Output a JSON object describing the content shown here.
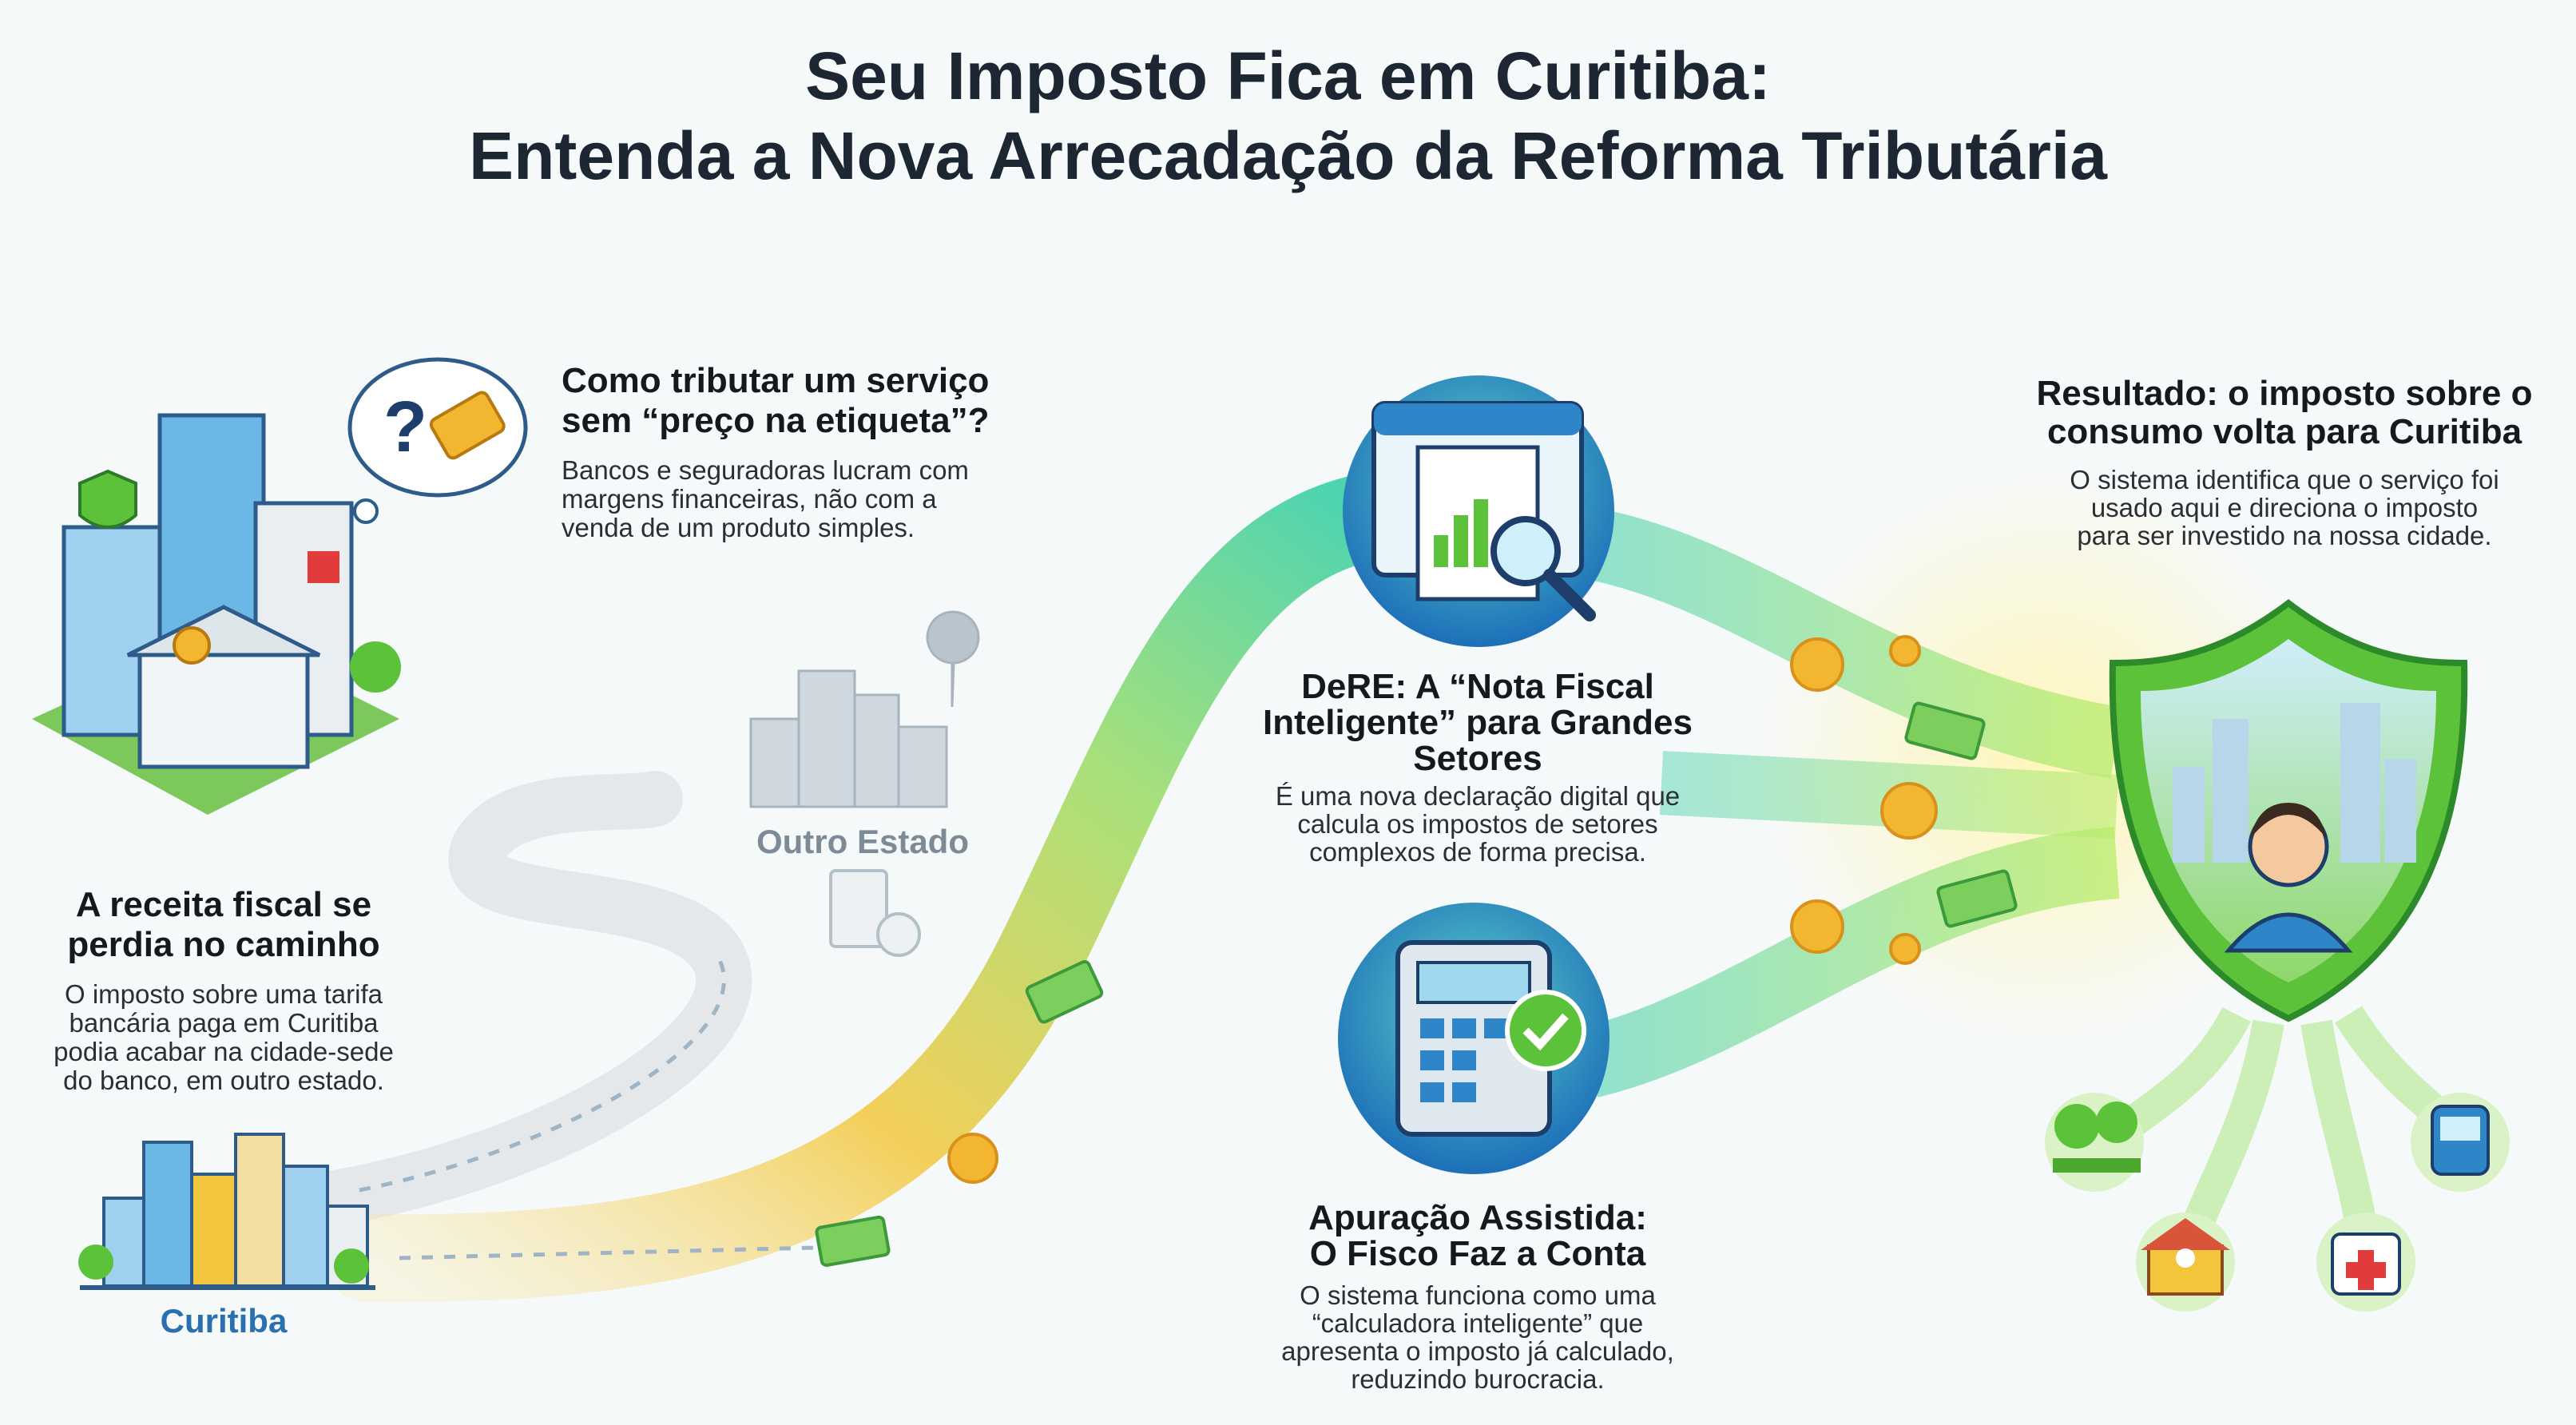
{
  "title": {
    "line1": "Seu Imposto Fica em Curitiba:",
    "line2": "Entenda a Nova Arrecadação da Reforma Tributária"
  },
  "problem": {
    "heading_line1": "Como tributar um serviço",
    "heading_line2": "sem “preço na etiqueta”?",
    "body_line1": "Bancos e seguradoras lucram com",
    "body_line2": "margens financeiras, não com a",
    "body_line3": "venda de um produto simples."
  },
  "lost_revenue": {
    "heading_line1": "A receita fiscal se",
    "heading_line2": "perdia no caminho",
    "body_line1": "O imposto sobre uma tarifa",
    "body_line2": "bancária paga em Curitiba",
    "body_line3": "podia acabar na cidade-sede",
    "body_line4": "do banco, em outro estado."
  },
  "places": {
    "other_state": "Outro Estado",
    "curitiba": "Curitiba"
  },
  "dere": {
    "heading_line1": "DeRE: A “Nota Fiscal",
    "heading_line2": "Inteligente” para Grandes",
    "heading_line3": "Setores",
    "body_line1": "É uma nova declaração digital que",
    "body_line2": "calcula os impostos de setores",
    "body_line3": "complexos de forma precisa."
  },
  "assisted": {
    "heading_line1": "Apuração Assistida:",
    "heading_line2": "O Fisco Faz a Conta",
    "body_line1": "O sistema funciona como uma",
    "body_line2": "“calculadora inteligente” que",
    "body_line3": "apresenta o imposto já calculado,",
    "body_line4": "reduzindo burocracia."
  },
  "result": {
    "heading_line1": "Resultado: o imposto sobre o",
    "heading_line2": "consumo volta para Curitiba",
    "body_line1": "O sistema identifica que o serviço foi",
    "body_line2": "usado aqui e direciona o imposto",
    "body_line3": "para ser investido na nossa cidade."
  },
  "colors": {
    "green": "#5cc23a",
    "teal": "#3fc7b0",
    "yellow": "#f2c53d",
    "blue": "#2a6fb0",
    "gray_label": "#7d8b97"
  }
}
